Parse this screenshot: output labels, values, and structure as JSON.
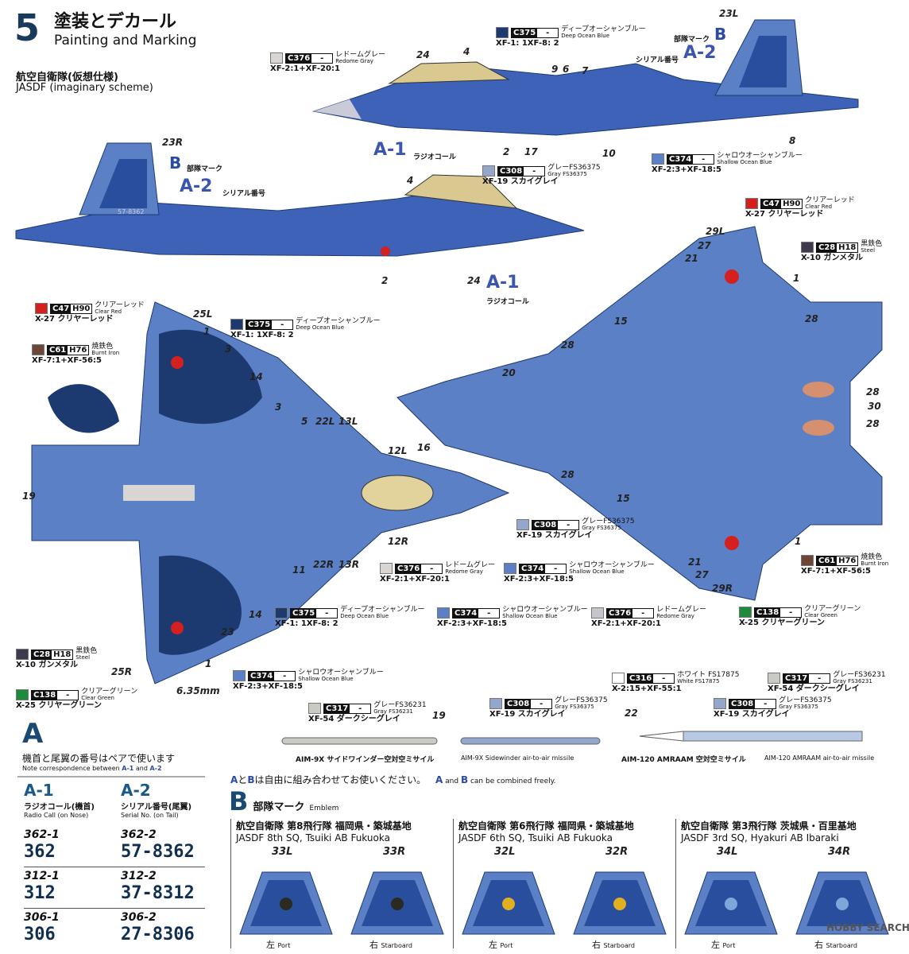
{
  "header": {
    "step": "5",
    "title_jp": "塗装とデカール",
    "title_en": "Painting and Marking",
    "scheme_jp": "航空自衛隊(仮想仕様)",
    "scheme_en": "JASDF (imaginary scheme)"
  },
  "callouts": [
    {
      "code": "C376",
      "h": "-",
      "jp": "レドームグレー",
      "en": "Redome Gray",
      "mix": "XF-2:1+XF-20:1",
      "color": "#d8d5d2"
    },
    {
      "code": "C375",
      "h": "-",
      "jp": "ディープオーシャンブルー",
      "en": "Deep Ocean Blue",
      "mix": "XF-1: 1XF-8: 2",
      "color": "#1c3a70"
    },
    {
      "code": "C374",
      "h": "-",
      "jp": "シャロウオーシャンブルー",
      "en": "Shallow Ocean Blue",
      "mix": "XF-2:3+XF-18:5",
      "color": "#5c80c6"
    },
    {
      "code": "C308",
      "h": "-",
      "jp": "グレーFS36375",
      "en": "Gray FS36375",
      "mix": "XF-19 スカイグレイ",
      "color": "#93a6cc"
    },
    {
      "code": "C47",
      "h": "H90",
      "jp": "クリアーレッド",
      "en": "Clear Red",
      "mix": "X-27 クリヤーレッド",
      "color": "#d4201e"
    },
    {
      "code": "C28",
      "h": "H18",
      "jp": "黒鉄色",
      "en": "Steel",
      "mix": "X-10 ガンメタル",
      "color": "#3f3b4c"
    },
    {
      "code": "C47",
      "h": "H90",
      "jp": "クリアーレッド",
      "en": "Clear Red",
      "mix": "X-27 クリヤーレッド",
      "color": "#d4201e"
    },
    {
      "code": "C375",
      "h": "-",
      "jp": "ディープオーシャンブルー",
      "en": "Deep Ocean Blue",
      "mix": "XF-1: 1XF-8: 2",
      "color": "#1c3a70"
    },
    {
      "code": "C61",
      "h": "H76",
      "jp": "焼鉄色",
      "en": "Burnt Iron",
      "mix": "XF-7:1+XF-56:5",
      "color": "#6e4536"
    },
    {
      "code": "C308",
      "h": "-",
      "jp": "グレーFS36375",
      "en": "Gray FS36375",
      "mix": "XF-19 スカイグレイ",
      "color": "#93a6cc"
    },
    {
      "code": "C376",
      "h": "-",
      "jp": "レドームグレー",
      "en": "Redome Gray",
      "mix": "XF-2:1+XF-20:1",
      "color": "#d8d5d2"
    },
    {
      "code": "C374",
      "h": "-",
      "jp": "シャロウオーシャンブルー",
      "en": "Shallow Ocean Blue",
      "mix": "XF-2:3+XF-18:5",
      "color": "#5c80c6"
    },
    {
      "code": "C61",
      "h": "H76",
      "jp": "焼鉄色",
      "en": "Burnt Iron",
      "mix": "XF-7:1+XF-56:5",
      "color": "#6e4536"
    },
    {
      "code": "C375",
      "h": "-",
      "jp": "ディープオーシャンブルー",
      "en": "Deep Ocean Blue",
      "mix": "XF-1: 1XF-8: 2",
      "color": "#1c3a70"
    },
    {
      "code": "C374",
      "h": "-",
      "jp": "シャロウオーシャンブルー",
      "en": "Shallow Ocean Blue",
      "mix": "XF-2:3+XF-18:5",
      "color": "#5c80c6"
    },
    {
      "code": "C376",
      "h": "-",
      "jp": "レドームグレー",
      "en": "Redome Gray",
      "mix": "XF-2:1+XF-20:1",
      "color": "#c9c4cc"
    },
    {
      "code": "C138",
      "h": "-",
      "jp": "クリアーグリーン",
      "en": "Clear Green",
      "mix": "X-25 クリヤーグリーン",
      "color": "#1e8a3c"
    },
    {
      "code": "C28",
      "h": "H18",
      "jp": "黒鉄色",
      "en": "Steel",
      "mix": "X-10 ガンメタル",
      "color": "#3f3b4c"
    },
    {
      "code": "C374",
      "h": "-",
      "jp": "シャロウオーシャンブルー",
      "en": "Shallow Ocean Blue",
      "mix": "XF-2:3+XF-18:5",
      "color": "#5c80c6"
    },
    {
      "code": "C138",
      "h": "-",
      "jp": "クリアーグリーン",
      "en": "Clear Green",
      "mix": "X-25 クリヤーグリーン",
      "color": "#1e8a3c"
    },
    {
      "code": "C317",
      "h": "-",
      "jp": "グレーFS36231",
      "en": "Gray FS36231",
      "mix": "XF-54 ダークシーグレイ",
      "color": "#c9cac2"
    },
    {
      "code": "C308",
      "h": "-",
      "jp": "グレーFS36375",
      "en": "Gray FS36375",
      "mix": "XF-19 スカイグレイ",
      "color": "#93a6cc"
    },
    {
      "code": "C316",
      "h": "-",
      "jp": "ホワイト FS17875",
      "en": "White FS17875",
      "mix": "X-2:15+XF-55:1",
      "color": "#ffffff"
    },
    {
      "code": "C317",
      "h": "-",
      "jp": "グレーFS36231",
      "en": "Gray FS36231",
      "mix": "XF-54 ダークシーグレイ",
      "color": "#c9cac2"
    },
    {
      "code": "C308",
      "h": "-",
      "jp": "グレーFS36375",
      "en": "Gray FS36375",
      "mix": "XF-19 スカイグレイ",
      "color": "#93a6cc"
    }
  ],
  "labels": [
    "24",
    "4",
    "9",
    "6",
    "7",
    "2",
    "17",
    "10",
    "8",
    "23L",
    "23R",
    "4",
    "2",
    "24",
    "1",
    "29L",
    "27",
    "21",
    "28",
    "15",
    "28",
    "20",
    "28",
    "30",
    "28",
    "28",
    "15",
    "1",
    "21",
    "27",
    "29R",
    "25L",
    "1",
    "3",
    "14",
    "3",
    "5",
    "22L",
    "13L",
    "12L",
    "16",
    "19",
    "12R",
    "22R",
    "13R",
    "11",
    "14",
    "23",
    "25R",
    "1",
    "6.35mm",
    "19",
    "22"
  ],
  "decal_tags": {
    "b": "B",
    "b_jp": "部隊マーク",
    "a2": "A-2",
    "a2_jp": "シリアル番号",
    "a1": "A-1",
    "a1_jp": "ラジオコール",
    "serial_tail": "57-8362"
  },
  "missiles": {
    "aim9_jp": "AIM-9X サイドワインダー空対空ミサイル",
    "aim9_en": "AIM-9X Sidewinder air-to-air missile",
    "aim120_jp": "AIM-120 AMRAAM 空対空ミサイル",
    "aim120_en": "AIM-120 AMRAAM air-to-air missile"
  },
  "sectionA": {
    "letter": "A",
    "note_jp": "機首と尾翼の番号はペアで使います",
    "note_en_pre": "Note correspondence between",
    "note_a1": "A-1",
    "note_and": "and",
    "note_a2": "A-2",
    "col1": {
      "id": "A-1",
      "jp": "ラジオコール(機首)",
      "en": "Radio Call (on Nose)"
    },
    "col2": {
      "id": "A-2",
      "jp": "シリアル番号(尾翼)",
      "en": "Serial No. (on Tail)"
    },
    "rows": [
      {
        "d1": "362-1",
        "v1": "362",
        "d2": "362-2",
        "v2": "57-8362"
      },
      {
        "d1": "312-1",
        "v1": "312",
        "d2": "312-2",
        "v2": "37-8312"
      },
      {
        "d1": "306-1",
        "v1": "306",
        "d2": "306-2",
        "v2": "27-8306"
      }
    ]
  },
  "combine": {
    "jp_a": "A",
    "jp_to": "と",
    "jp_b": "B",
    "jp_rest": "は自由に組み合わせてお使いください。",
    "en_a": "A",
    "en_and": "and",
    "en_b": "B",
    "en_rest": "can be combined freely."
  },
  "sectionB": {
    "letter": "B",
    "jp": "部隊マーク",
    "en": "Emblem",
    "squadrons": [
      {
        "jp": "航空自衛隊 第8飛行隊 福岡県・築城基地",
        "en": "JASDF 8th SQ, Tsuiki AB Fukuoka",
        "left": "33L",
        "right": "33R"
      },
      {
        "jp": "航空自衛隊 第6飛行隊 福岡県・築城基地",
        "en": "JASDF 6th SQ, Tsuiki AB Fukuoka",
        "left": "32L",
        "right": "32R"
      },
      {
        "jp": "航空自衛隊 第3飛行隊 茨城県・百里基地",
        "en": "JASDF 3rd SQ, Hyakuri AB Ibaraki",
        "left": "34L",
        "right": "34R"
      }
    ],
    "port_jp": "左",
    "port_en": "Port",
    "star_jp": "右",
    "star_en": "Starboard"
  },
  "watermark": "HOBBY SEARCH"
}
